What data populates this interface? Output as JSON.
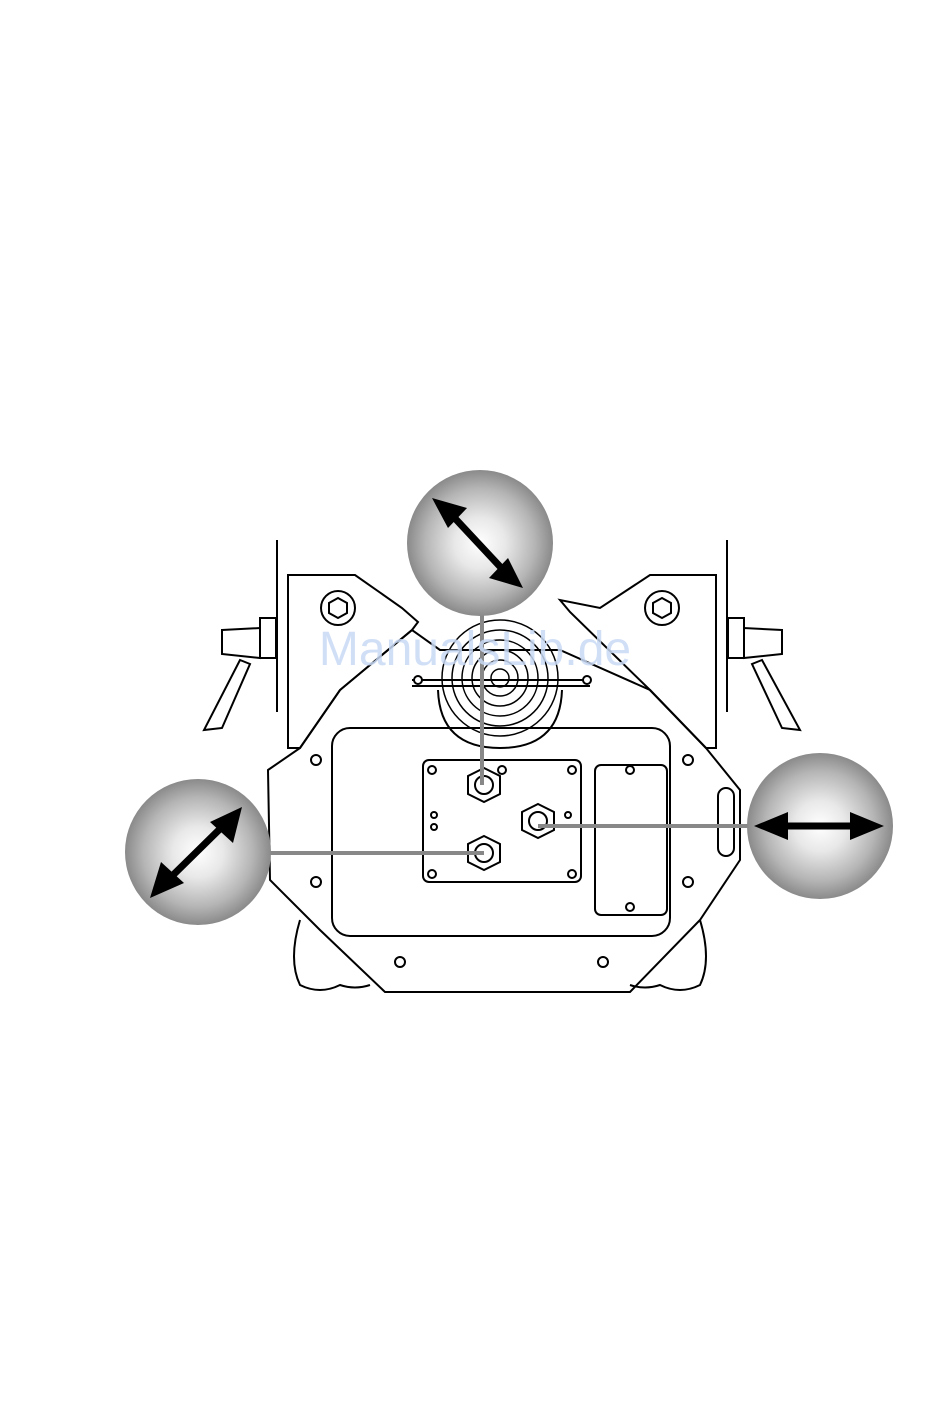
{
  "watermark": {
    "text": "ManualsLib.de"
  },
  "colors": {
    "line": "#000000",
    "leader": "#888888",
    "sphere_light": "#ffffff",
    "sphere_dark": "#8a8a8a",
    "watermark": "#c9daf5"
  },
  "callouts": [
    {
      "id": "top",
      "icon": "diagonal-double-arrow-icon"
    },
    {
      "id": "left",
      "icon": "diagonal-double-arrow-icon"
    },
    {
      "id": "right",
      "icon": "horizontal-double-arrow-icon"
    }
  ]
}
